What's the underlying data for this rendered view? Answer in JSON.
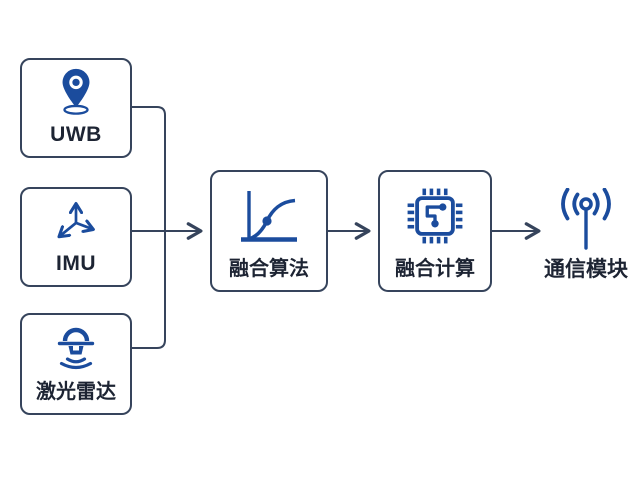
{
  "diagram": {
    "title": "sensor-fusion-flowchart",
    "nodes": [
      {
        "id": "uwb",
        "label": "UWB",
        "icon": "location-pin-icon",
        "boxed": true
      },
      {
        "id": "imu",
        "label": "IMU",
        "icon": "xyz-axes-icon",
        "boxed": true
      },
      {
        "id": "lidar",
        "label": "激光雷达",
        "icon": "lidar-sensor-icon",
        "boxed": true
      },
      {
        "id": "fusion-algorithm",
        "label": "融合算法",
        "icon": "fusion-curve-icon",
        "boxed": true
      },
      {
        "id": "fusion-computing",
        "label": "融合计算",
        "icon": "processor-chip-icon",
        "boxed": true
      },
      {
        "id": "comm-module",
        "label": "通信模块",
        "icon": "antenna-signal-icon",
        "boxed": false
      }
    ],
    "connections": [
      {
        "from": "uwb",
        "to": "fusion-algorithm",
        "via": "bus"
      },
      {
        "from": "imu",
        "to": "fusion-algorithm",
        "via": "bus"
      },
      {
        "from": "lidar",
        "to": "fusion-algorithm",
        "via": "bus"
      },
      {
        "from": "fusion-algorithm",
        "to": "fusion-computing"
      },
      {
        "from": "fusion-computing",
        "to": "comm-module"
      }
    ],
    "colors": {
      "line": "#36445c",
      "icon": "#1b4c9d",
      "label": "#1d2433",
      "background": "#ffffff"
    }
  }
}
